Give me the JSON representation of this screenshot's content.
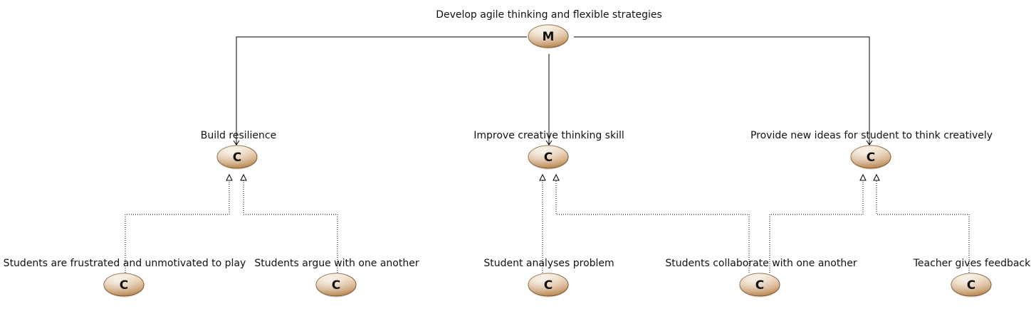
{
  "colors": {
    "node_fill_light": "#f6e6cf",
    "node_fill_dark": "#b98550",
    "node_stroke": "#7a5530",
    "edge": "#000000",
    "text": "#111111"
  },
  "nodes": {
    "root": {
      "label": "Develop agile thinking and flexible strategies",
      "badge": "M"
    },
    "c1": {
      "label": "Build resilience",
      "badge": "C"
    },
    "c2": {
      "label": "Improve creative thinking skill",
      "badge": "C"
    },
    "c3": {
      "label": "Provide new ideas for student to think creatively",
      "badge": "C"
    },
    "l1": {
      "label": "Students are frustrated and unmotivated to play",
      "badge": "C"
    },
    "l2": {
      "label": "Students argue with one another",
      "badge": "C"
    },
    "l3": {
      "label": "Student analyses problem",
      "badge": "C"
    },
    "l4": {
      "label": "Students collaborate with one another",
      "badge": "C"
    },
    "l5": {
      "label": "Teacher gives feedback",
      "badge": "C"
    }
  },
  "edges": [
    {
      "from": "root",
      "to": "c1",
      "style": "solid"
    },
    {
      "from": "root",
      "to": "c2",
      "style": "solid"
    },
    {
      "from": "root",
      "to": "c3",
      "style": "solid"
    },
    {
      "from": "l1",
      "to": "c1",
      "style": "dotted"
    },
    {
      "from": "l2",
      "to": "c1",
      "style": "dotted"
    },
    {
      "from": "l3",
      "to": "c2",
      "style": "dotted"
    },
    {
      "from": "l4",
      "to": "c2",
      "style": "dotted"
    },
    {
      "from": "l4",
      "to": "c3",
      "style": "dotted"
    },
    {
      "from": "l5",
      "to": "c3",
      "style": "dotted"
    }
  ]
}
